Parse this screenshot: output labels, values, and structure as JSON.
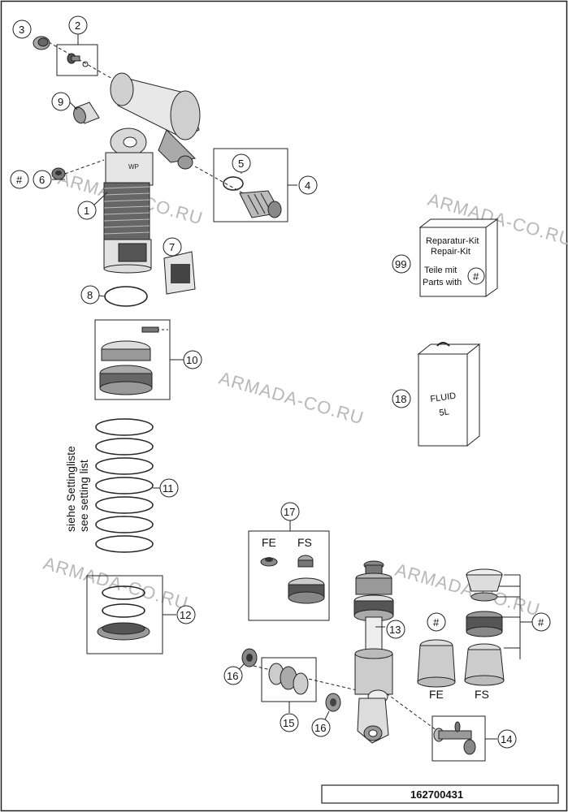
{
  "diagram": {
    "callouts": {
      "c1": "1",
      "c2": "2",
      "c3": "3",
      "c4": "4",
      "c5": "5",
      "c6": "6",
      "c7": "7",
      "c8": "8",
      "c9": "9",
      "c10": "10",
      "c11": "11",
      "c12": "12",
      "c13": "13",
      "c14": "14",
      "c15": "15",
      "c16a": "16",
      "c16b": "16",
      "c17": "17",
      "c18": "18",
      "c99": "99",
      "hashA": "#",
      "hashB": "#",
      "hashC": "#",
      "hashD": "#"
    },
    "spring_note": [
      "siehe Settingliste",
      "see setting list"
    ],
    "repair_kit": [
      "Reparatur-Kit",
      "Repair-Kit",
      "Teile mit",
      "Parts with"
    ],
    "fluid_can": [
      "FLUID",
      "5L"
    ],
    "variants": {
      "top_fe": "FE",
      "top_fs": "FS",
      "bottom_fe": "FE",
      "bottom_fs": "FS"
    },
    "drawing_number": "162700431",
    "watermark": "ARMADA-CO.RU"
  }
}
